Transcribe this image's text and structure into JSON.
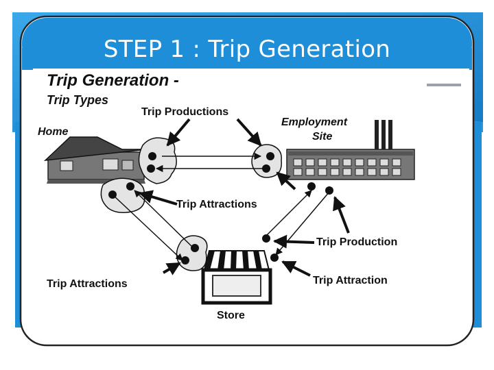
{
  "slide": {
    "title": "STEP 1 : Trip Generation"
  },
  "figure": {
    "heading": "Trip Generation -",
    "subheading": "Trip Types",
    "labels": {
      "home": "Home",
      "employment_line1": "Employment",
      "employment_line2": "Site",
      "store": "Store",
      "trip_productions": "Trip Productions",
      "trip_attractions_center": "Trip Attractions",
      "trip_attractions_left": "Trip Attractions",
      "trip_production": "Trip Production",
      "trip_attraction": "Trip Attraction"
    }
  },
  "colors": {
    "slide_blue": "#1f8ed9",
    "frame_stroke": "#222222",
    "diagram_bg": "#ffffff",
    "node_fill": "#111111",
    "blob_fill": "#e4e4e4"
  }
}
